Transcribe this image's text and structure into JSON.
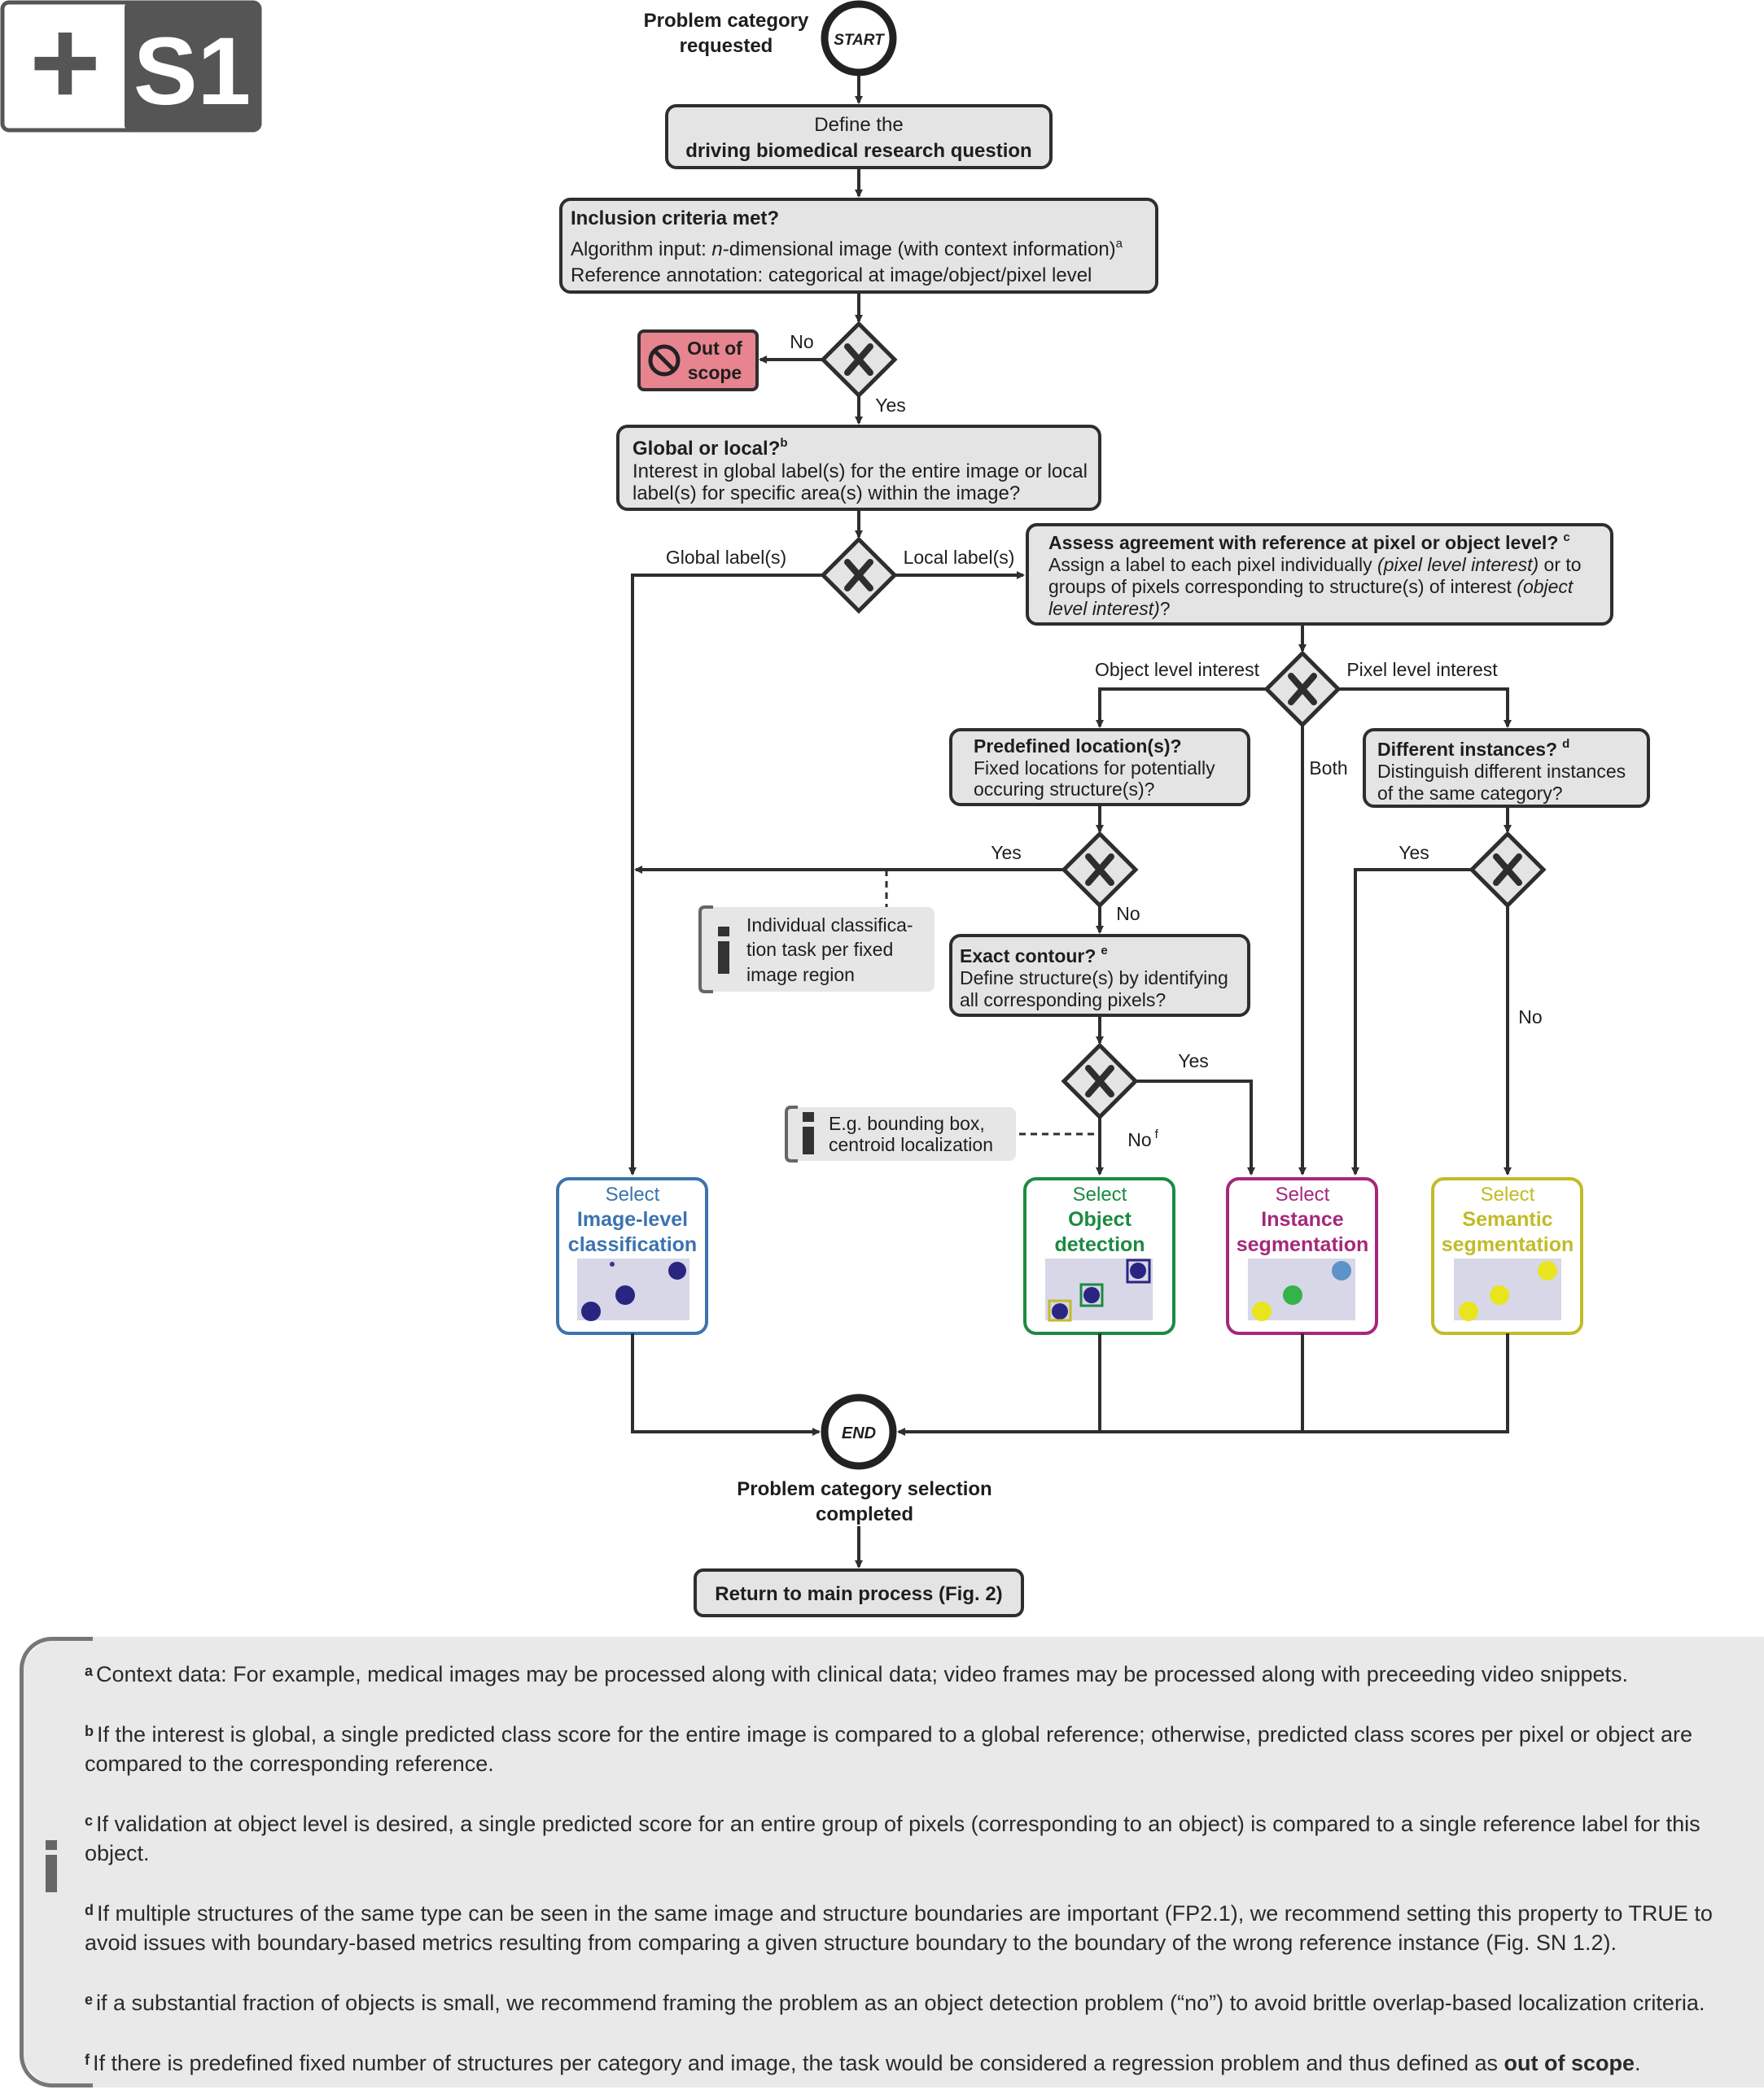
{
  "badge": {
    "plus": "+",
    "code": "S1"
  },
  "start": {
    "caption_line1": "Problem category",
    "caption_line2": "requested",
    "label": "START"
  },
  "define": {
    "line1": "Define the",
    "line2": "driving biomedical research question"
  },
  "inclusion": {
    "title": "Inclusion criteria met?",
    "line1_pre": "Algorithm input: ",
    "line1_em": "n",
    "line1_post": "-dimensional image (with context information)",
    "line1_sup": "a",
    "line2": "Reference annotation: categorical at image/object/pixel level",
    "no_label": "No",
    "yes_label": "Yes"
  },
  "out_of_scope": {
    "line1": "Out of",
    "line2": "scope"
  },
  "global_local": {
    "title": "Global or local?",
    "sup": "b",
    "line1": "Interest in global label(s) for the entire image or local",
    "line2": "label(s) for specific area(s) within the image?",
    "left_label": "Global label(s)",
    "right_label": "Local label(s)"
  },
  "assess": {
    "title": "Assess agreement with reference at pixel or object level?",
    "sup": "c",
    "line1_pre": "Assign a label to each pixel individually ",
    "line1_em": "(pixel level interest)",
    "line1_post": " or to",
    "line2_pre": "groups of pixels corresponding to structure(s) of interest ",
    "line2_em": "(object",
    "line3_em": "level interest)",
    "line3_post": "?",
    "left_label": "Object level interest",
    "right_label": "Pixel level interest",
    "both_label": "Both"
  },
  "predefined": {
    "title": "Predefined location(s)?",
    "line1": "Fixed locations for potentially",
    "line2": "occuring structure(s)?",
    "yes_label": "Yes",
    "no_label": "No"
  },
  "info_individual": {
    "line1": "Individual classifica-",
    "line2": "tion task per fixed",
    "line3": "image region"
  },
  "different": {
    "title": "Different instances?",
    "sup": "d",
    "line1": "Distinguish different instances",
    "line2": "of the same category?",
    "yes_label": "Yes",
    "no_label": "No"
  },
  "exact": {
    "title": "Exact contour?",
    "sup": "e",
    "line1": "Define structure(s) by identifying",
    "line2": "all corresponding pixels?",
    "yes_label": "Yes",
    "no_label": "No",
    "no_sup": "f"
  },
  "info_bbox": {
    "line1": "E.g. bounding box,",
    "line2": "centroid localization"
  },
  "outcomes": [
    {
      "select": "Select",
      "line1": "Image-level",
      "line2": "classification",
      "color": "#3c73ae"
    },
    {
      "select": "Select",
      "line1": "Object",
      "line2": "detection",
      "color": "#1c8a41"
    },
    {
      "select": "Select",
      "line1": "Instance",
      "line2": "segmentation",
      "color": "#a5287a"
    },
    {
      "select": "Select",
      "line1": "Semantic",
      "line2": "segmentation",
      "color": "#c2bb28"
    }
  ],
  "end": {
    "label": "END",
    "caption_line1": "Problem category selection",
    "caption_line2": "completed"
  },
  "return_box": {
    "label": "Return to main process (Fig. 2)"
  },
  "footnotes": [
    {
      "sup": "a",
      "text": "Context data: For example, medical images may be processed along with clinical data; video frames may be processed along with preceeding video snippets."
    },
    {
      "sup": "b",
      "text": "If the interest is global, a single predicted class score for the entire image is compared to a global reference; otherwise, predicted class scores per pixel or object are compared to the corresponding reference."
    },
    {
      "sup": "c",
      "text": "If validation at object level is desired, a single predicted score for an entire group of pixels (corresponding to an object) is compared to a single reference label for this object."
    },
    {
      "sup": "d",
      "text": "If multiple structures of the same type can be seen in the same image and structure boundaries are important (FP2.1), we recommend setting this property to TRUE to avoid issues with boundary-based metrics resulting from comparing a given structure boundary to the boundary of the wrong reference instance (Fig.  SN 1.2)."
    },
    {
      "sup": "e",
      "text": "if a substantial fraction of objects is small, we recommend framing the problem as an object detection problem (“no”) to avoid brittle overlap-based localization criteria."
    },
    {
      "sup": "f",
      "text_pre": "If there is predefined fixed number of structures per category and image, the task would be considered a regression problem and thus defined as ",
      "text_bold": "out of scope",
      "text_post": "."
    }
  ]
}
